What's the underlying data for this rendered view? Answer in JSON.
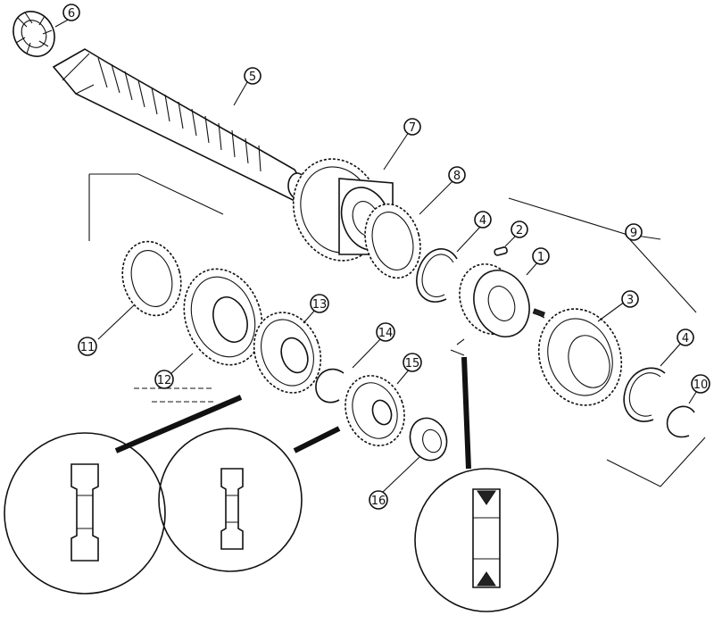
{
  "callouts": [
    {
      "id": "1",
      "label": "1"
    },
    {
      "id": "2",
      "label": "2"
    },
    {
      "id": "3",
      "label": "3"
    },
    {
      "id": "4a",
      "label": "4"
    },
    {
      "id": "4b",
      "label": "4"
    },
    {
      "id": "5",
      "label": "5"
    },
    {
      "id": "6",
      "label": "6"
    },
    {
      "id": "7",
      "label": "7"
    },
    {
      "id": "8",
      "label": "8"
    },
    {
      "id": "9",
      "label": "9"
    },
    {
      "id": "10",
      "label": "10"
    },
    {
      "id": "11",
      "label": "11"
    },
    {
      "id": "12",
      "label": "12"
    },
    {
      "id": "13",
      "label": "13"
    },
    {
      "id": "14",
      "label": "14"
    },
    {
      "id": "15",
      "label": "15"
    },
    {
      "id": "16",
      "label": "16"
    }
  ],
  "detail_views": [
    "gear-12-cross-section",
    "gear-13-cross-section",
    "sleeve-1-cross-section"
  ]
}
